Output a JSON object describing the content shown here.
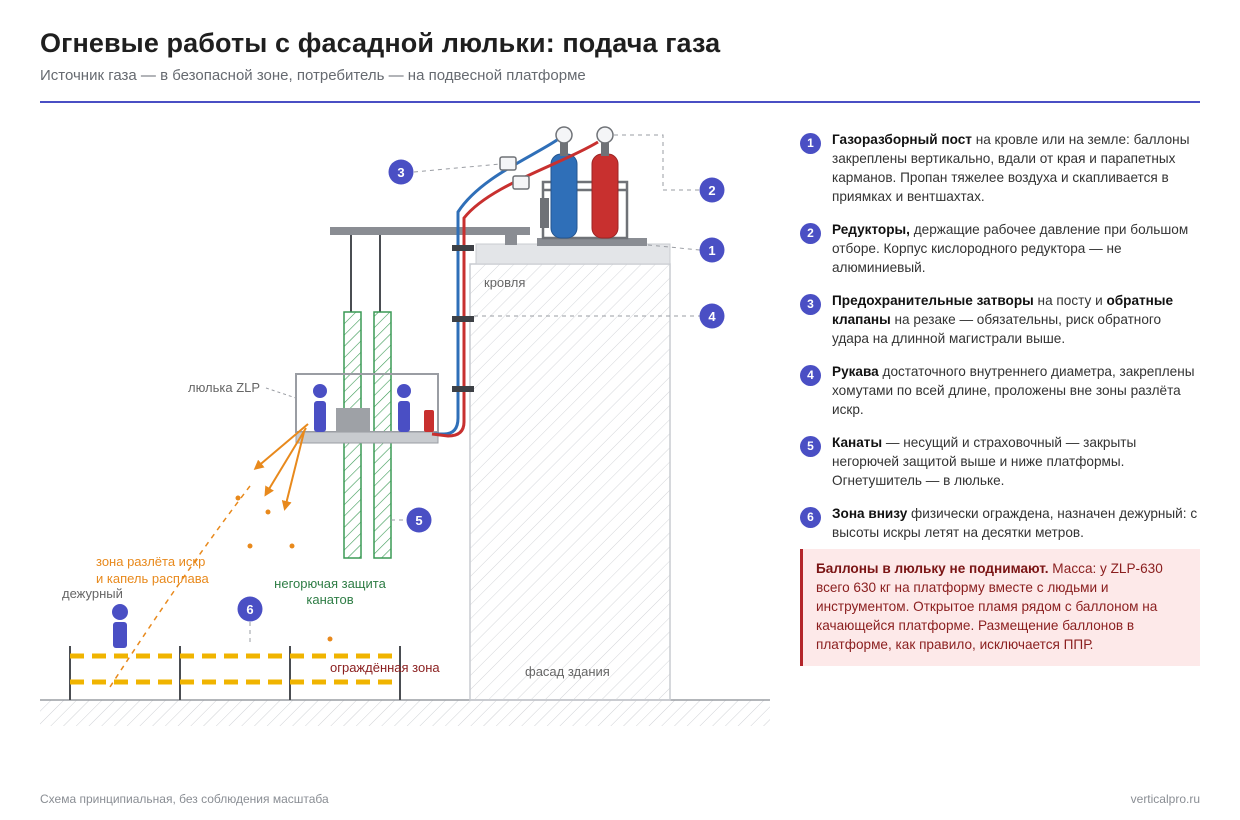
{
  "header": {
    "title": "Огневые работы с фасадной люльки: подача газа",
    "subtitle": "Источник газа — в безопасной зоне, потребитель — на подвесной платформе"
  },
  "diagram": {
    "labels": {
      "roof": "кровля",
      "cradle": "люлька ZLP",
      "spark_zone_line1": "зона разлёта искр",
      "spark_zone_line2": "и капель расплава",
      "guard": "дежурный",
      "rope_protection_line1": "негорючая защита",
      "rope_protection_line2": "канатов",
      "fenced_zone": "ограждённая зона",
      "facade": "фасад здания"
    },
    "markers": [
      "1",
      "2",
      "3",
      "4",
      "5",
      "6"
    ],
    "colors": {
      "accent": "#4a4fc4",
      "oxygen": "#2f6fb8",
      "propane": "#c8302f",
      "sparks": "#e8891c",
      "fence": "#f0b400",
      "rope_protection": "#3a9a55"
    }
  },
  "legend": [
    {
      "num": "1",
      "bold": "Газоразборный пост",
      "text": " на кровле или на земле: баллоны закреплены вертикально, вдали от края и парапетных карманов. Пропан тяжелее воздуха и скапливается в приямках и вентшахтах."
    },
    {
      "num": "2",
      "bold": "Редукторы,",
      "text": " держащие рабочее давление при большом отборе. Корпус кислородного редуктора — не алюминиевый."
    },
    {
      "num": "3",
      "bold": "Предохранительные затворы",
      "text": " на посту и ",
      "bold2": "обратные клапаны",
      "text2": " на резаке — обязательны, риск обратного удара на длинной магистрали выше."
    },
    {
      "num": "4",
      "bold": "Рукава",
      "text": " достаточного внутреннего диаметра, закреплены хомутами по всей длине, проложены вне зоны разлёта искр."
    },
    {
      "num": "5",
      "bold": "Канаты",
      "text": " — несущий и страховочный — закрыты негорючей защитой выше и ниже платформы. Огнетушитель — в люльке."
    },
    {
      "num": "6",
      "bold": "Зона внизу",
      "text": " физически ограждена, назначен дежурный: с высоты искры летят на десятки метров."
    }
  ],
  "warning": {
    "bold": "Баллоны в люльку не поднимают.",
    "text": " Масса: у ZLP-630 всего 630 кг на платформу вместе с людьми и инструментом. Открытое пламя рядом с баллоном на качающейся платформе. Размещение баллонов в платформе, как правило, исключается ППР."
  },
  "footer": {
    "left": "Схема принципиальная, без соблюдения масштаба",
    "right": "verticalpro.ru"
  }
}
